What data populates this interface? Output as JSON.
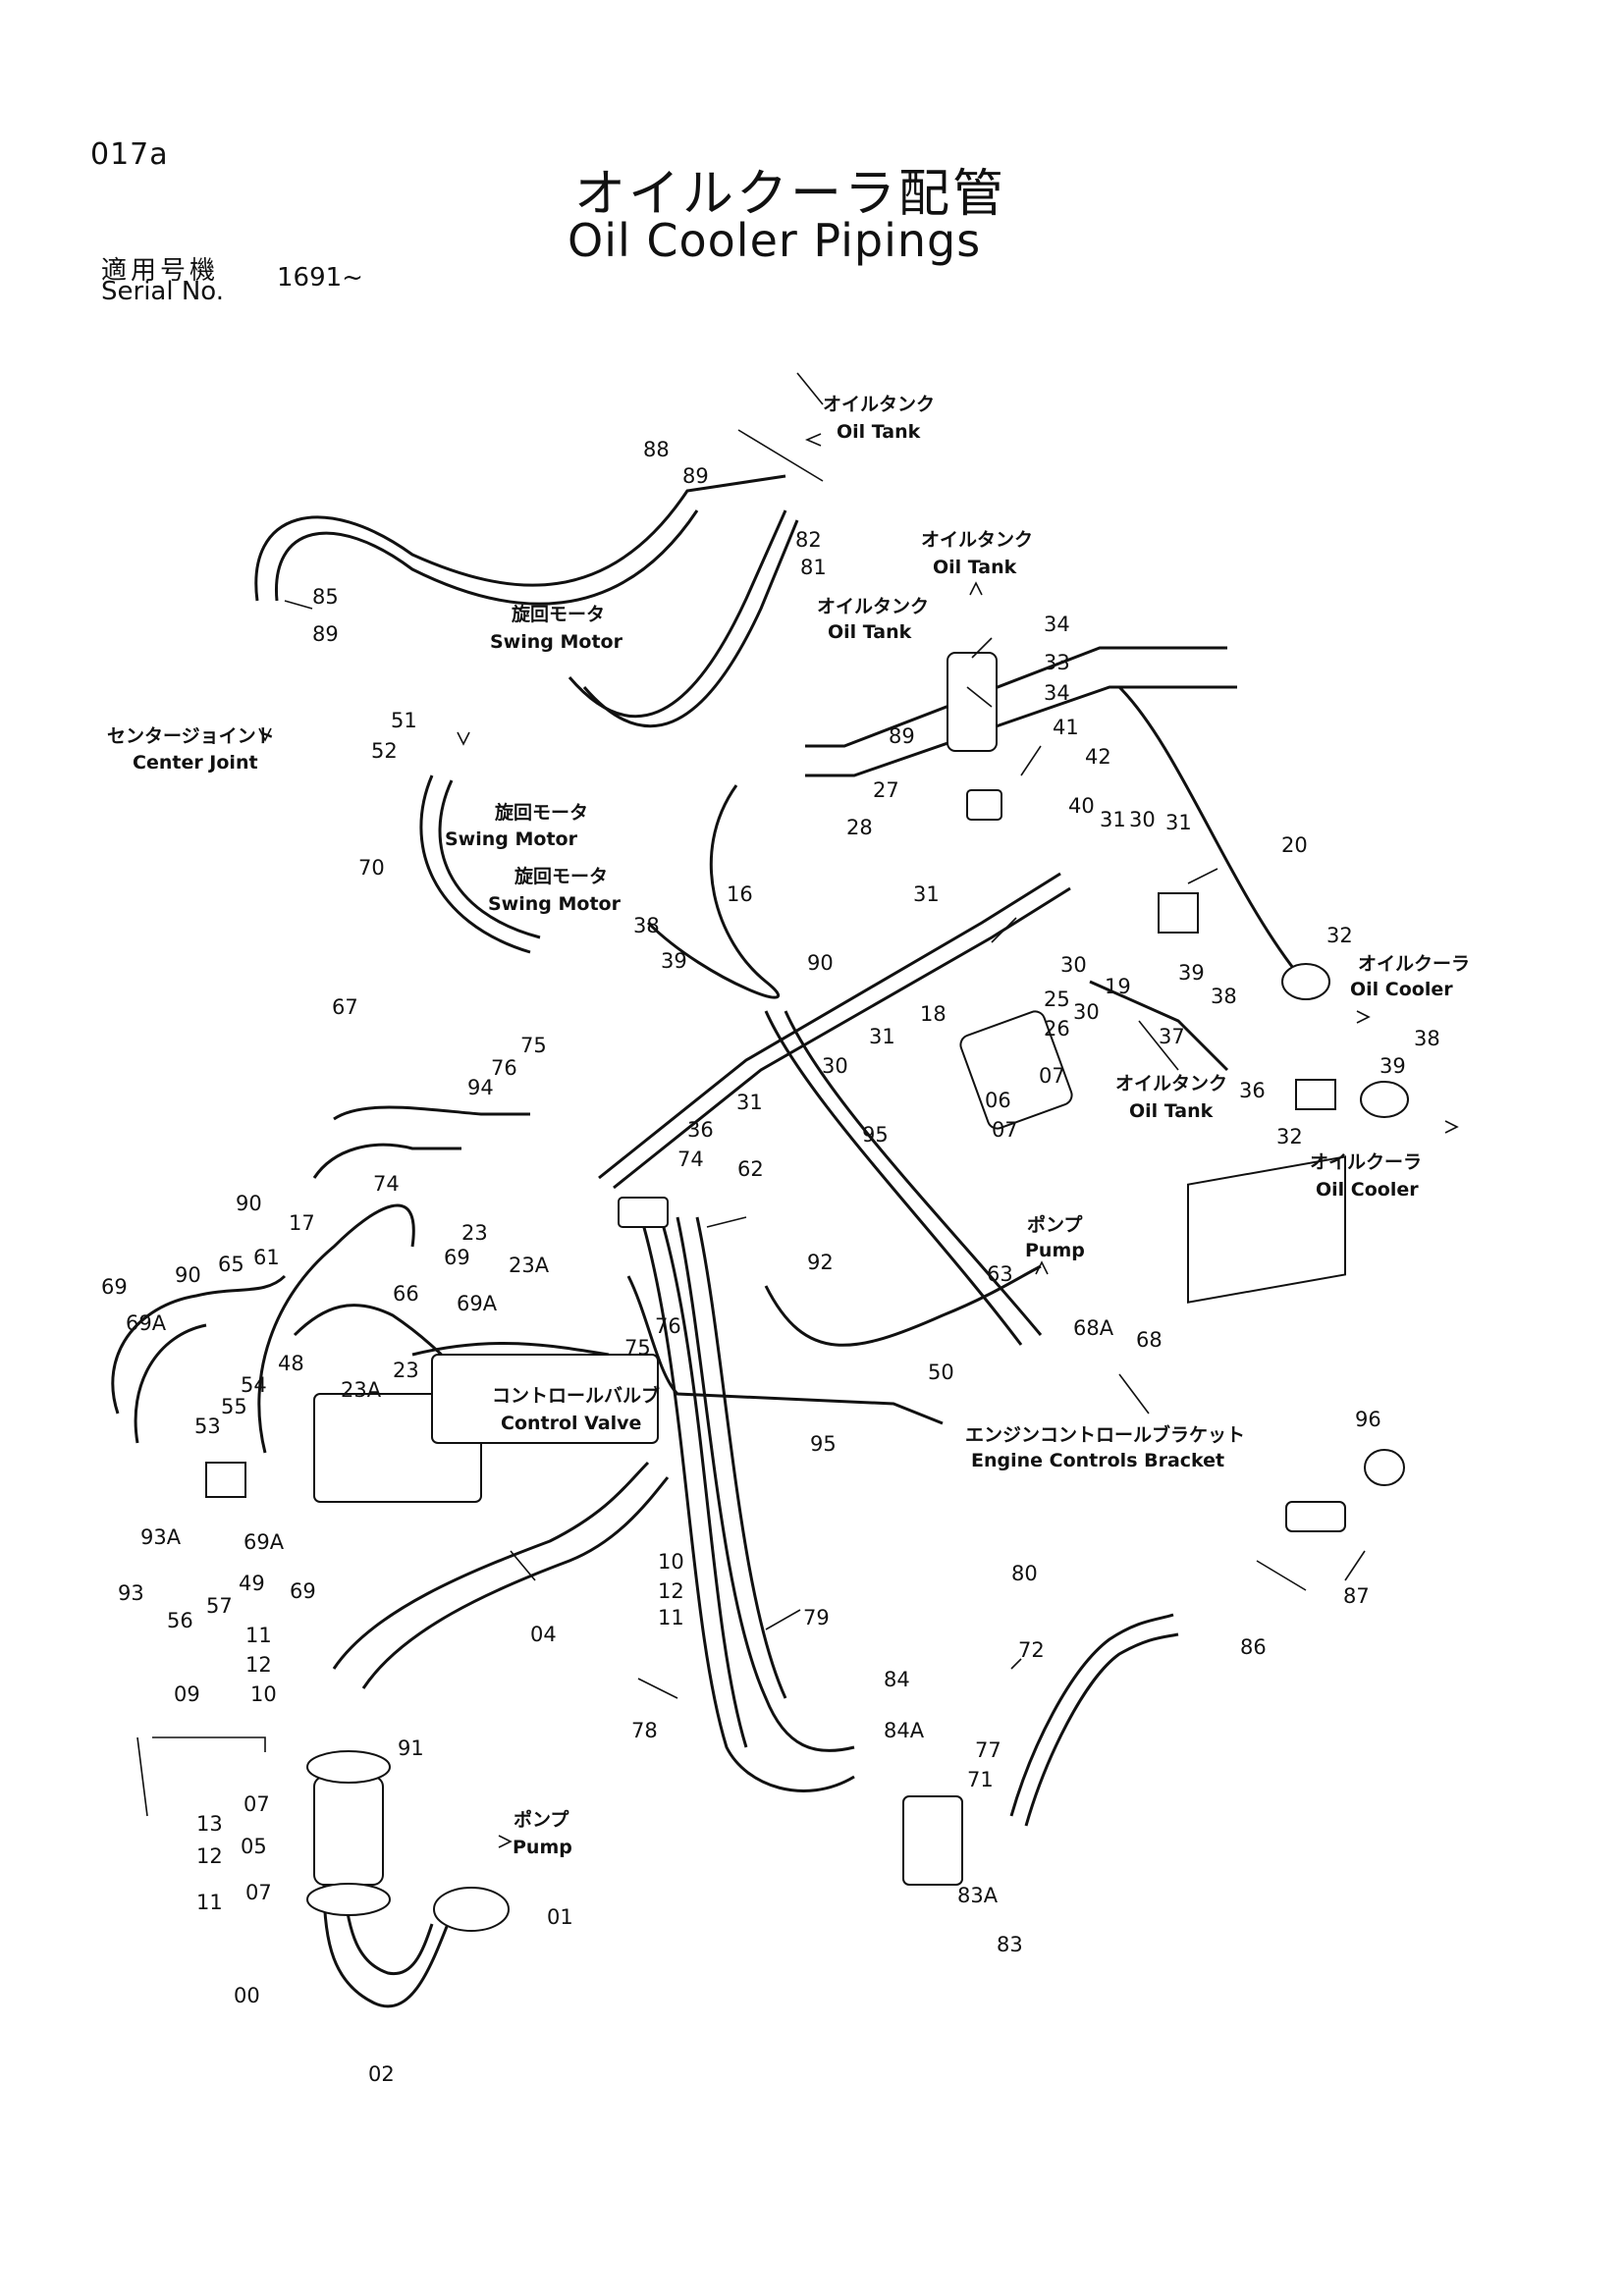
{
  "header": {
    "page_id": "017a",
    "title_ja": "オイルクーラ配管",
    "title_en": "Oil Cooler Pipings",
    "serial_label_ja": "適用号機",
    "serial_label_en": "Serial No.",
    "serial_value": "1691~"
  },
  "callouts": [
    {
      "ja": "オイルタンク",
      "en": "Oil Tank"
    },
    {
      "ja": "オイルタンク",
      "en": "Oil Tank"
    },
    {
      "ja": "オイルタンク",
      "en": "Oil Tank"
    },
    {
      "ja": "旋回モータ",
      "en": "Swing Motor"
    },
    {
      "ja": "センタージョイント",
      "en": "Center Joint"
    },
    {
      "ja": "旋回モータ",
      "en": "Swing Motor"
    },
    {
      "ja": "旋回モータ",
      "en": "Swing Motor"
    },
    {
      "ja": "オイルクーラ",
      "en": "Oil Cooler"
    },
    {
      "ja": "オイルタンク",
      "en": "Oil Tank"
    },
    {
      "ja": "オイルクーラ",
      "en": "Oil Cooler"
    },
    {
      "ja": "ポンプ",
      "en": "Pump"
    },
    {
      "ja": "コントロールバルブ",
      "en": "Control Valve"
    },
    {
      "ja": "エンジンコントロールブラケット",
      "en": "Engine Controls Bracket"
    },
    {
      "ja": "ポンプ",
      "en": "Pump"
    }
  ],
  "part_labels": [
    "88",
    "89",
    "82",
    "81",
    "85",
    "89",
    "34",
    "33",
    "34",
    "41",
    "42",
    "89",
    "27",
    "28",
    "40",
    "31",
    "30",
    "31",
    "20",
    "51",
    "52",
    "70",
    "16",
    "31",
    "38",
    "39",
    "90",
    "25",
    "30",
    "26",
    "31",
    "18",
    "30",
    "19",
    "39",
    "37",
    "38",
    "32",
    "38",
    "39",
    "36",
    "32",
    "67",
    "76",
    "75",
    "94",
    "36",
    "74",
    "31",
    "30",
    "07",
    "06",
    "07",
    "62",
    "74",
    "92",
    "95",
    "63",
    "68A",
    "68",
    "50",
    "90",
    "17",
    "23",
    "23A",
    "69",
    "69A",
    "61",
    "65",
    "90",
    "69",
    "69A",
    "66",
    "48",
    "23A",
    "23",
    "75",
    "76",
    "54",
    "55",
    "53",
    "69A",
    "93A",
    "93",
    "56",
    "57",
    "49",
    "69",
    "10",
    "12",
    "11",
    "04",
    "79",
    "78",
    "95",
    "80",
    "86",
    "87",
    "96",
    "72",
    "84",
    "84A",
    "77",
    "71",
    "83A",
    "83",
    "11",
    "12",
    "10",
    "09",
    "07",
    "91",
    "05",
    "13",
    "12",
    "11",
    "07",
    "01",
    "00",
    "02"
  ]
}
